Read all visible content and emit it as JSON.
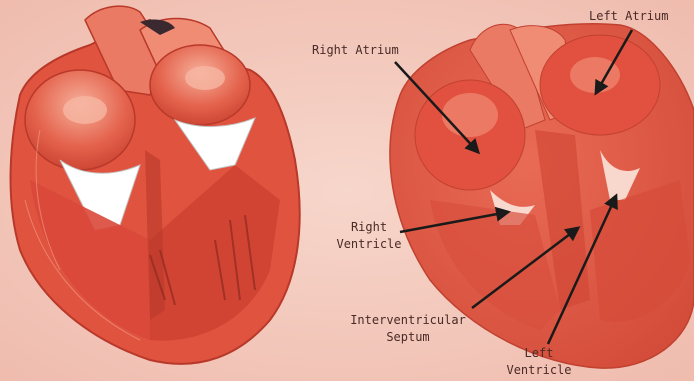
{
  "labels": {
    "left_atrium": "Left Atrium",
    "right_atrium": "Right Atrium",
    "right_ventricle": [
      "Right",
      "Ventricle"
    ],
    "interventricular_septum": [
      "Interventricular",
      "Septum"
    ],
    "left_ventricle": [
      "Left",
      "Ventricle"
    ]
  },
  "colors": {
    "background": "#f4c9bd",
    "tissue": "#e0533f",
    "tissue_dark": "#c53a2c",
    "tissue_light": "#f2a08a",
    "valve": "#ffffff",
    "arrow": "#1a1a1a",
    "label_text": "#4a2a26"
  }
}
